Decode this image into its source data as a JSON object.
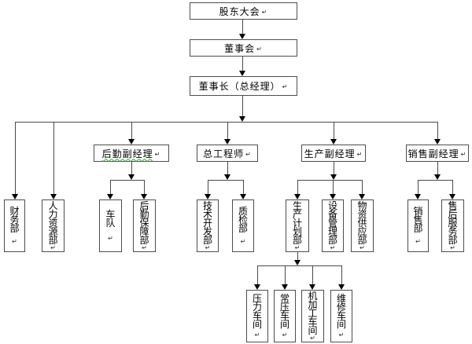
{
  "pilcrow": "↵",
  "colors": {
    "line": "#4a4a4a",
    "arrow": "#000000",
    "box_border": "#4e4e4e",
    "background": "#ffffff",
    "grammar_underline": "#2fae2f"
  },
  "nodes": {
    "shareholders": {
      "label": "股东大会"
    },
    "board": {
      "label": "董事会"
    },
    "chairman": {
      "label": "董事长（总经理）"
    },
    "logistics_mgr": {
      "label": "后勤副经理"
    },
    "chief_engineer": {
      "label": "总工程师"
    },
    "production_mgr": {
      "label": "生产副经理"
    },
    "sales_mgr": {
      "label": "销售副经理"
    },
    "finance": {
      "label": "财务部"
    },
    "hr": {
      "label": "人力资源部"
    },
    "fleet": {
      "label": "车队"
    },
    "logistics_support": {
      "label": "后勤保障部"
    },
    "tech_dev": {
      "label": "技术开发部"
    },
    "quality": {
      "label": "质检部"
    },
    "production_planning": {
      "label": "生产计划部"
    },
    "equipment_mgmt": {
      "label": "设备管理部"
    },
    "material_supply": {
      "label": "物资供应部"
    },
    "sales_dept": {
      "label": "销售部"
    },
    "after_sales": {
      "label": "售后服务部"
    },
    "pressure_ws": {
      "label": "压力车间"
    },
    "normal_pressure_ws": {
      "label": "常压车间"
    },
    "machining_ws": {
      "label": "机加工车间"
    },
    "maintenance_ws": {
      "label": "维修车间"
    }
  },
  "edges": [
    [
      "shareholders",
      "board"
    ],
    [
      "board",
      "chairman"
    ],
    [
      "chairman",
      "finance"
    ],
    [
      "chairman",
      "hr"
    ],
    [
      "chairman",
      "logistics_mgr"
    ],
    [
      "chairman",
      "chief_engineer"
    ],
    [
      "chairman",
      "production_mgr"
    ],
    [
      "chairman",
      "sales_mgr"
    ],
    [
      "logistics_mgr",
      "fleet"
    ],
    [
      "logistics_mgr",
      "logistics_support"
    ],
    [
      "chief_engineer",
      "tech_dev"
    ],
    [
      "chief_engineer",
      "quality"
    ],
    [
      "production_mgr",
      "production_planning"
    ],
    [
      "production_mgr",
      "equipment_mgmt"
    ],
    [
      "production_mgr",
      "material_supply"
    ],
    [
      "sales_mgr",
      "sales_dept"
    ],
    [
      "sales_mgr",
      "after_sales"
    ],
    [
      "production_planning",
      "pressure_ws"
    ],
    [
      "production_planning",
      "normal_pressure_ws"
    ],
    [
      "production_planning",
      "machining_ws"
    ],
    [
      "production_planning",
      "maintenance_ws"
    ]
  ]
}
